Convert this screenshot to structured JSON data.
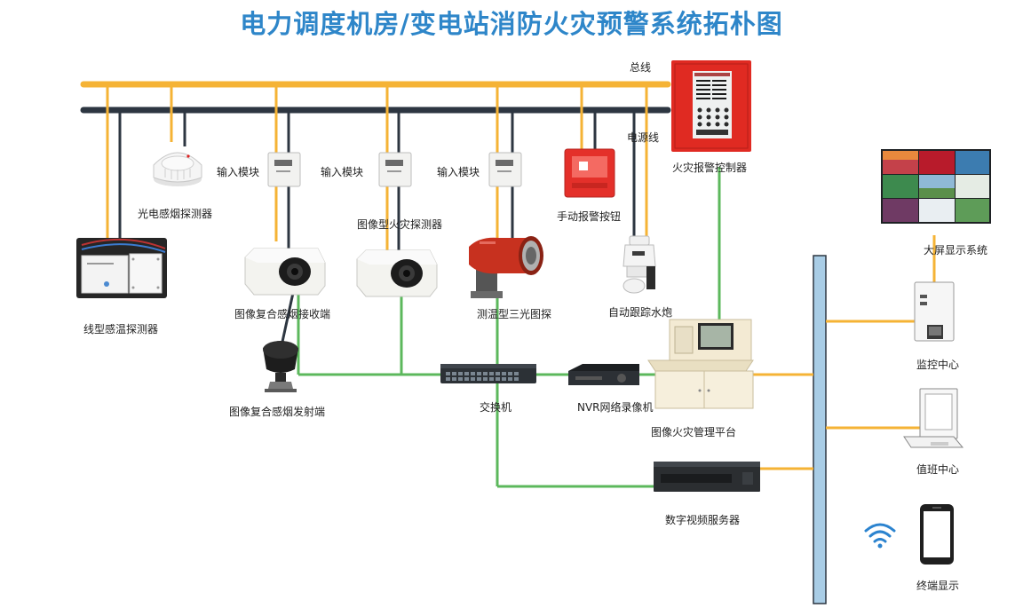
{
  "title": "电力调度机房/变电站消防火灾预警系统拓朴图",
  "labels": {
    "bus_line": "总线",
    "power_line": "电源线",
    "fire_alarm_controller": "火灾报警控制器",
    "smoke_detector": "光电感烟探测器",
    "input_module_1": "输入模块",
    "input_module_2": "输入模块",
    "input_module_3": "输入模块",
    "image_fire_detector": "图像型火灾探测器",
    "manual_alarm_button": "手动报警按钮",
    "linear_heat_detector": "线型感温探测器",
    "smoke_receiver": "图像复合感烟接收端",
    "tri_light_detector": "测温型三光图探",
    "auto_water_cannon": "自动跟踪水炮",
    "smoke_emitter": "图像复合感烟发射端",
    "switch": "交换机",
    "nvr": "NVR网络录像机",
    "image_fire_platform": "图像火灾管理平台",
    "digital_video_server": "数字视频服务器",
    "big_screen": "大屏显示系统",
    "monitor_center": "监控中心",
    "duty_center": "值班中心",
    "terminal_display": "终端显示"
  },
  "colors": {
    "bus": "#f5b335",
    "power": "#2d3641",
    "network": "#5cb85c",
    "backbone": "#a9cde6",
    "title": "#2e86c9",
    "controller": "#e02a22"
  },
  "icons": [
    "wifi-icon",
    "server-icon",
    "pc-icon",
    "phone-icon"
  ]
}
